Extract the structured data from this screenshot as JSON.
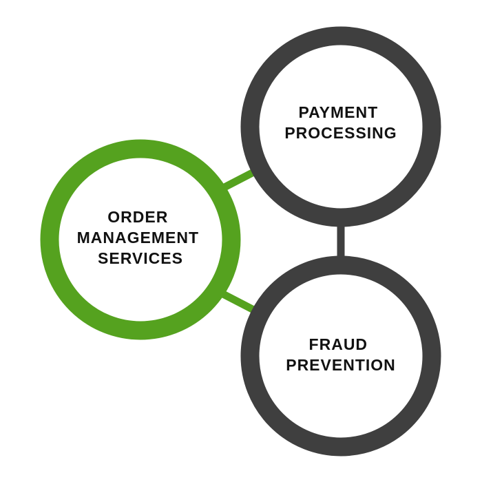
{
  "colors": {
    "background": "#ffffff",
    "primary_ring": "#55a21f",
    "secondary_ring": "#3f3f3f",
    "text": "#111111"
  },
  "nodes": {
    "order": {
      "line1": "ORDER",
      "line2": "MANAGEMENT",
      "line3": "SERVICES"
    },
    "payment": {
      "line1": "PAYMENT",
      "line2": "PROCESSING"
    },
    "fraud": {
      "line1": "FRAUD",
      "line2": "PREVENTION"
    }
  }
}
